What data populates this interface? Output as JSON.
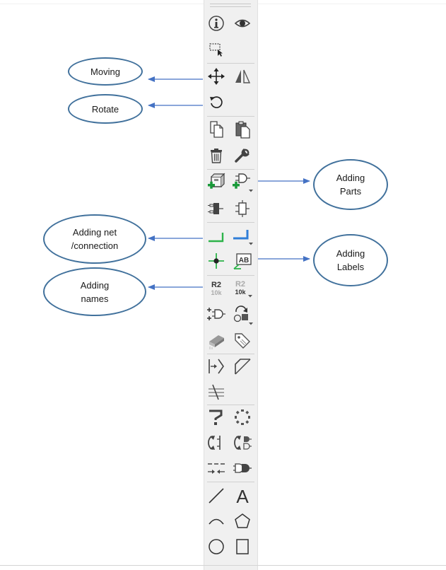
{
  "callouts": {
    "moving": {
      "label": "Moving"
    },
    "rotate": {
      "label": "Rotate"
    },
    "adding_parts": {
      "line1": "Adding",
      "line2": "Parts"
    },
    "adding_net": {
      "line1": "Adding net",
      "line2": "/connection"
    },
    "adding_labels": {
      "line1": "Adding",
      "line2": "Labels"
    },
    "adding_names": {
      "line1": "Adding",
      "line2": "names"
    }
  },
  "toolbar": {
    "label_tool_text": "AB",
    "name_tool": {
      "designator": "R2",
      "value": "10k"
    },
    "multi_name_tool": {
      "designator": "R2",
      "value": "10k"
    },
    "text_tool_glyph": "A"
  },
  "colors": {
    "callout_border": "#41719c",
    "arrow": "#4472c4",
    "add_green": "#1a9a3a",
    "wire_green": "#2db34a",
    "bus_blue": "#2f7ed8"
  },
  "icons": [
    "info-icon",
    "eye-icon",
    "select-region-icon",
    "move-icon",
    "mirror-icon",
    "rotate-icon",
    "copy-icon",
    "paste-icon",
    "delete-icon",
    "wrench-icon",
    "add-part-icon",
    "add-gate-icon",
    "replace-icon",
    "fanout-icon",
    "wire-icon",
    "bus-icon",
    "junction-icon",
    "label-icon",
    "name-icon",
    "multi-name-icon",
    "add-pin-icon",
    "swap-gate-icon",
    "layer-icon",
    "tag-icon",
    "split-icon",
    "miter-icon",
    "ripup-icon",
    "question-icon",
    "circle-dots-icon",
    "swap-pin-icon",
    "swap-pins-icon",
    "gate-arrow-icon",
    "gate-swap-icon",
    "line-icon",
    "text-icon",
    "arc-icon",
    "polygon-icon",
    "circle-icon",
    "rectangle-icon"
  ]
}
